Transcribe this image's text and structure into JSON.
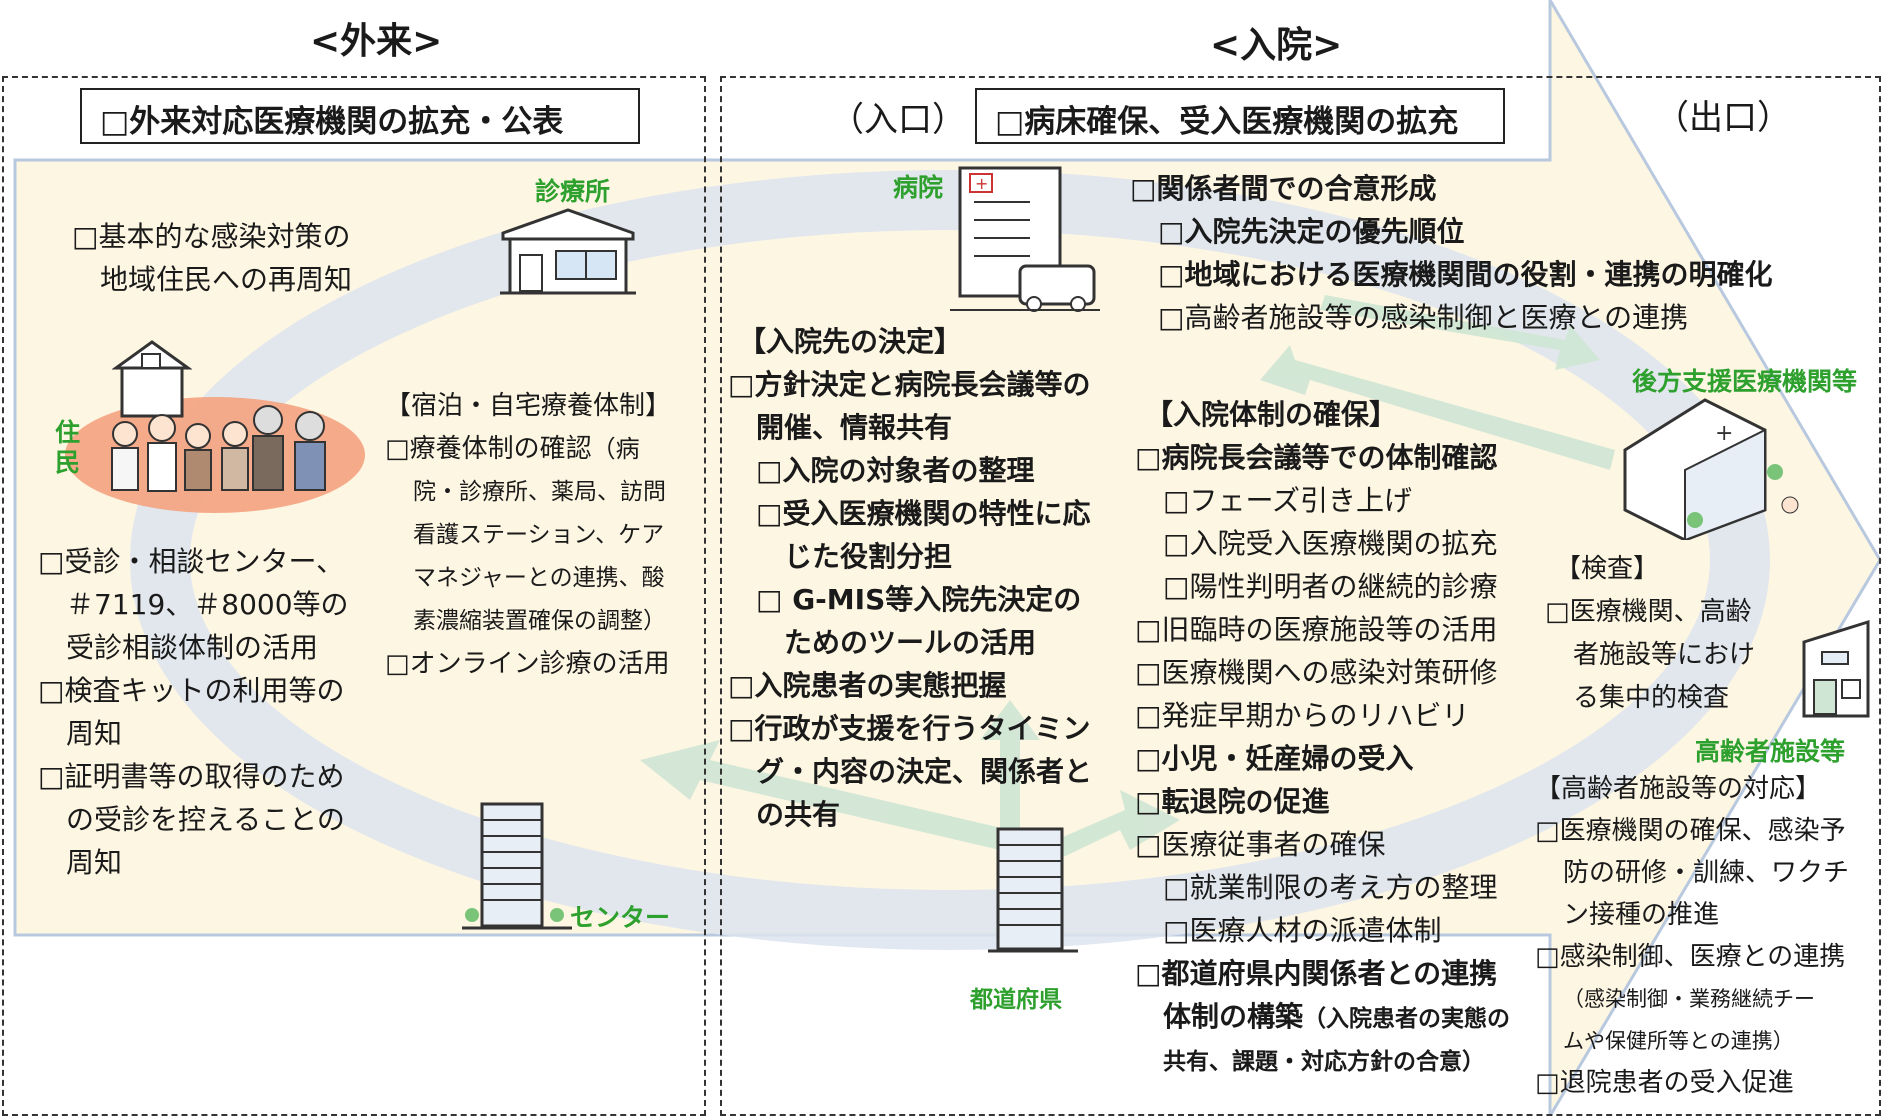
{
  "outpatient": {
    "heading": "<外来>",
    "box_title": "□外来対応医療機関の拡充・公表",
    "clinic_label": "診療所",
    "center_label": "センター",
    "residents_label": "住民",
    "infection_text": [
      "□基本的な感染対策の",
      "地域住民への再周知"
    ],
    "consult_items": [
      "□受診・相談センター、",
      "＃7119、＃8000等の",
      "受診相談体制の活用",
      "□検査キットの利用等の",
      "周知",
      "□証明書等の取得のため",
      "の受診を控えることの",
      "周知"
    ],
    "home_care": {
      "title": "【宿泊・自宅療養体制】",
      "l1": "□療養体制の確認",
      "l1s": "（病",
      "l2": "院・診療所、薬局、訪問",
      "l3": "看護ステーション、ケア",
      "l4": "マネジャーとの連携、酸",
      "l5": "素濃縮装置確保の調整）",
      "l6": "□オンライン診療の活用"
    }
  },
  "inpatient": {
    "heading": "<入院>",
    "entrance_label": "（入口）",
    "exit_label": "（出口）",
    "box_title": "□病床確保、受入医療機関の拡充",
    "hospital_label": "病院",
    "backup_label": "後方支援医療機関等",
    "elderly_label": "高齢者施設等",
    "prefecture_label": "都道府県",
    "consensus": {
      "title": "□関係者間での合意形成",
      "items": [
        "□入院先決定の優先順位",
        "□地域における医療機関間の役割・連携の明確化",
        "□高齢者施設等の感染制御と医療との連携"
      ]
    },
    "admission_decision": {
      "title": "【入院先の決定】",
      "lines": [
        "□方針決定と病院長会議等の",
        "開催、情報共有",
        "□入院の対象者の整理",
        "□受入医療機関の特性に応",
        "じた役割分担",
        "□ G-MIS等入院先決定の",
        "ためのツールの活用",
        "□入院患者の実態把握",
        "□行政が支援を行うタイミン",
        "グ・内容の決定、関係者と",
        "の共有"
      ]
    },
    "admission_system": {
      "title": "【入院体制の確保】",
      "l1": "□病院長会議等での体制確認",
      "l2": "□フェーズ引き上げ",
      "l3": "□入院受入医療機関の拡充",
      "l4": "□陽性判明者の継続的診療",
      "l5": "□旧臨時の医療施設等の活用",
      "l6": "□医療機関への感染対策研修",
      "l7": "□発症早期からのリハビリ",
      "l8": "□小児・妊産婦の受入",
      "l9": "□転退院の促進",
      "l10": "□医療従事者の確保",
      "l11": "□就業制限の考え方の整理",
      "l12": "□医療人材の派遣体制",
      "l13": "□都道府県内関係者との連携",
      "l14": "体制の構築",
      "l14s": "（入院患者の実態の",
      "l15": "共有、課題・対応方針の合意）"
    },
    "testing": {
      "title": "【検査】",
      "lines": [
        "□医療機関、高齢",
        "者施設等におけ",
        "る集中的検査"
      ]
    },
    "elderly_response": {
      "title": "【高齢者施設等の対応】",
      "l1": "□医療機関の確保、感染予",
      "l2": "防の研修・訓練、ワクチ",
      "l3": "ン接種の推進",
      "l4": "□感染制御、医療との連携",
      "l5": "（感染制御・業務継続チー",
      "l6": "ムや保健所等との連携）",
      "l7": "□退院患者の受入促進"
    }
  },
  "colors": {
    "background_fill": "#fdf6e3",
    "arrow_outline": "#b8c8de",
    "ring": "#dfe5ec",
    "green_arrow": "#cfe6d4",
    "label_green": "#2ea02e",
    "residents_oval": "#f4a37e"
  }
}
